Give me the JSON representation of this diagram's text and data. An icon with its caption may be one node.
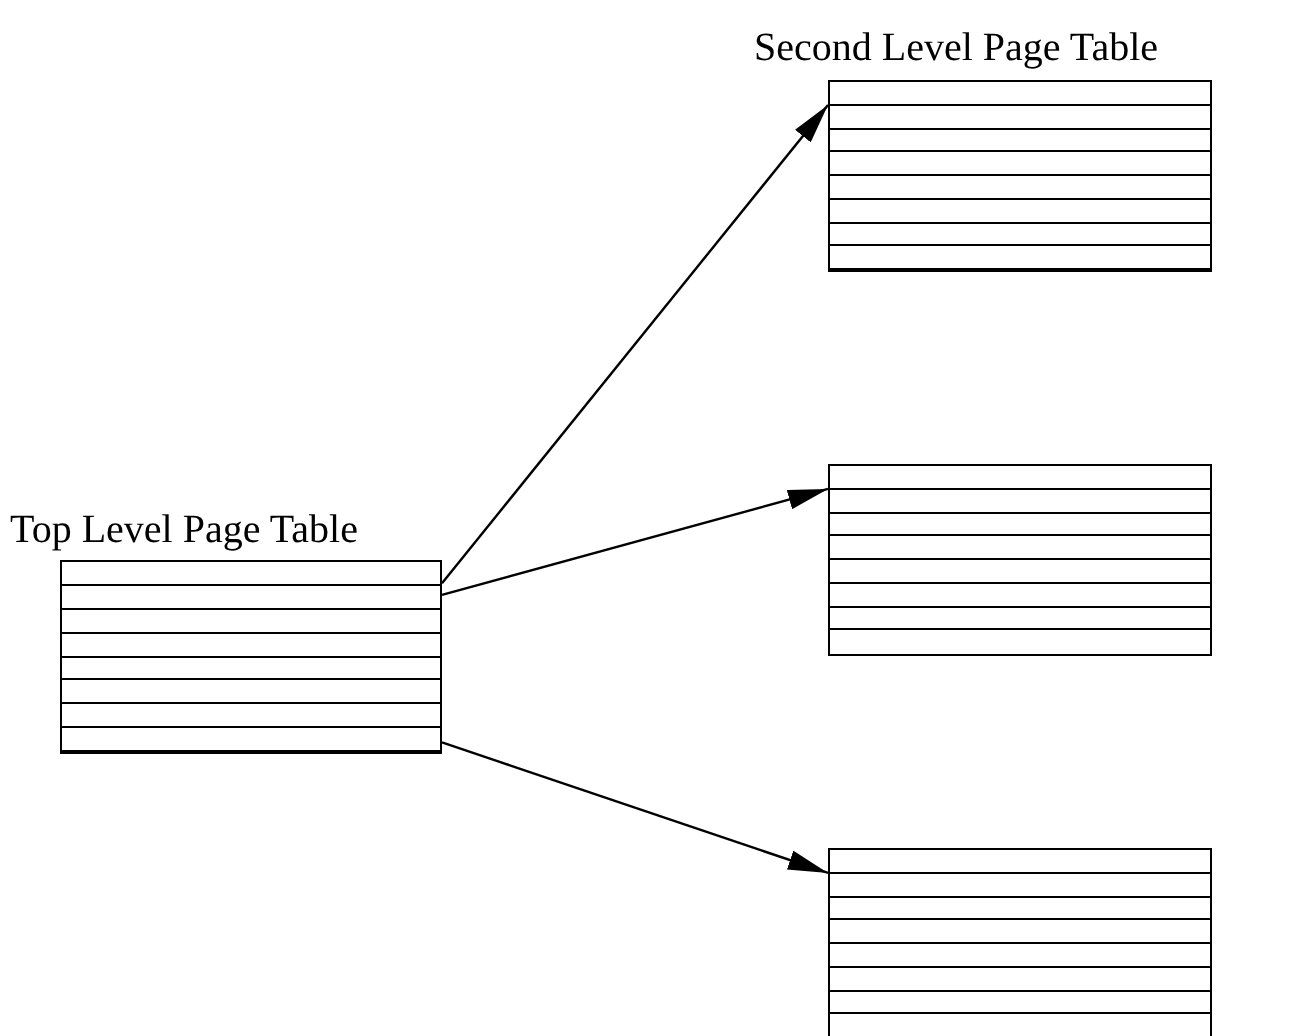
{
  "diagram": {
    "nodes": [
      {
        "text": [
          "Top Level Page Table"
        ]
      },
      {
        "text": [
          "Second Level Page Table"
        ]
      },
      {
        "text": [],
        "shape": "box"
      },
      {
        "text": [],
        "shape": "box"
      }
    ],
    "edges": [
      {
        "from": 0,
        "to": 1,
        "arrow": "to"
      },
      {
        "from": 0,
        "to": 2,
        "arrow": "to"
      },
      {
        "from": 0,
        "to": 3,
        "arrow": "to"
      }
    ]
  }
}
